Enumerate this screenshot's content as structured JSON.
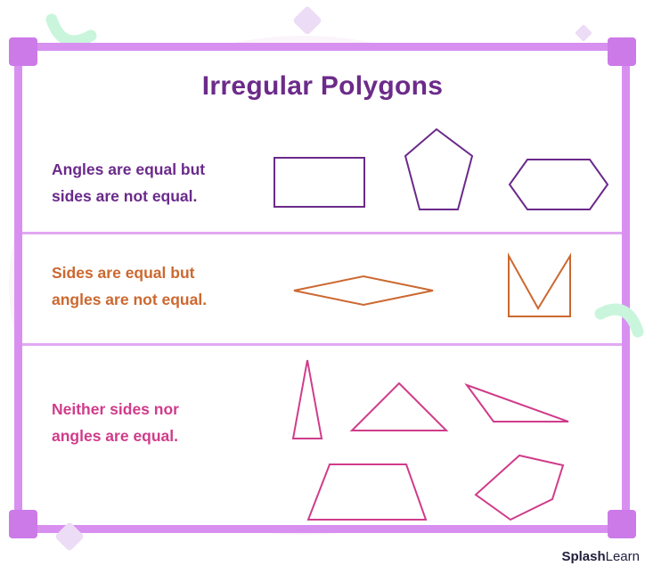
{
  "title": "Irregular Polygons",
  "rows": [
    {
      "lines": [
        "Angles are equal but",
        "sides are not equal."
      ],
      "color": "#6a2a8a",
      "shapes": [
        "rectangle",
        "pentagon",
        "hexagon"
      ]
    },
    {
      "lines": [
        "Sides are equal but",
        "angles are not equal."
      ],
      "color": "#cc6830",
      "shapes": [
        "rhombus",
        "concave-m-shape"
      ]
    },
    {
      "lines": [
        "Neither sides nor",
        "angles are equal."
      ],
      "color": "#d03c8a",
      "shapes": [
        "thin-triangle",
        "obtuse-triangle",
        "scalene-triangle",
        "trapezoid",
        "irregular-pentagon"
      ]
    }
  ],
  "colors": {
    "frame": "#d890f0",
    "corner": "#cc7ae8",
    "title": "#6c2b8a",
    "divider": "#e2a8f2",
    "accent_green": "#c8f5dc",
    "accent_lavender": "#ecdcf5"
  },
  "brand": {
    "bold": "Splash",
    "thin": "Learn"
  }
}
